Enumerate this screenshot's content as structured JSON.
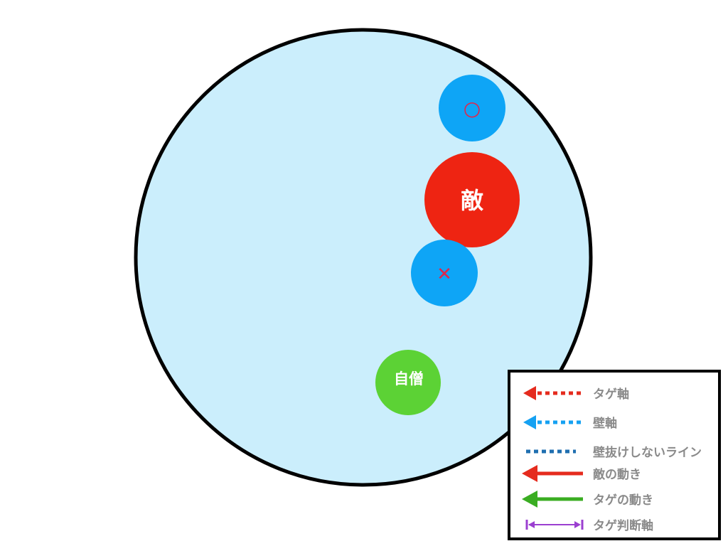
{
  "diagram": {
    "arena": {
      "fill": "#cbeefc",
      "stroke": "#000000"
    },
    "units": [
      {
        "id": "wall-top",
        "label": "○",
        "fill": "#0ea5f6",
        "label_color": "#e0274b"
      },
      {
        "id": "enemy",
        "label": "敵",
        "fill": "#ee2412",
        "label_color": "#ffffff"
      },
      {
        "id": "wall-bottom",
        "label": "✕",
        "fill": "#0ea5f6",
        "label_color": "#e0274b"
      },
      {
        "id": "self",
        "label": "自僧",
        "fill": "#5cd235",
        "label_color": "#ffffff"
      }
    ]
  },
  "legend": {
    "items": [
      {
        "label": "タゲ軸",
        "style": "dotted-arrow",
        "color": "#e52b1e"
      },
      {
        "label": "壁軸",
        "style": "dotted-arrow",
        "color": "#15a1f2"
      },
      {
        "label": "壁抜けしないライン",
        "style": "dotted-line",
        "color": "#1f6fb0"
      },
      {
        "label": "敵の動き",
        "style": "solid-arrow",
        "color": "#e52b1e"
      },
      {
        "label": "タゲの動き",
        "style": "solid-arrow",
        "color": "#3aad22"
      },
      {
        "label": "タゲ判断軸",
        "style": "bracket-line",
        "color": "#9b3fd0"
      }
    ]
  }
}
